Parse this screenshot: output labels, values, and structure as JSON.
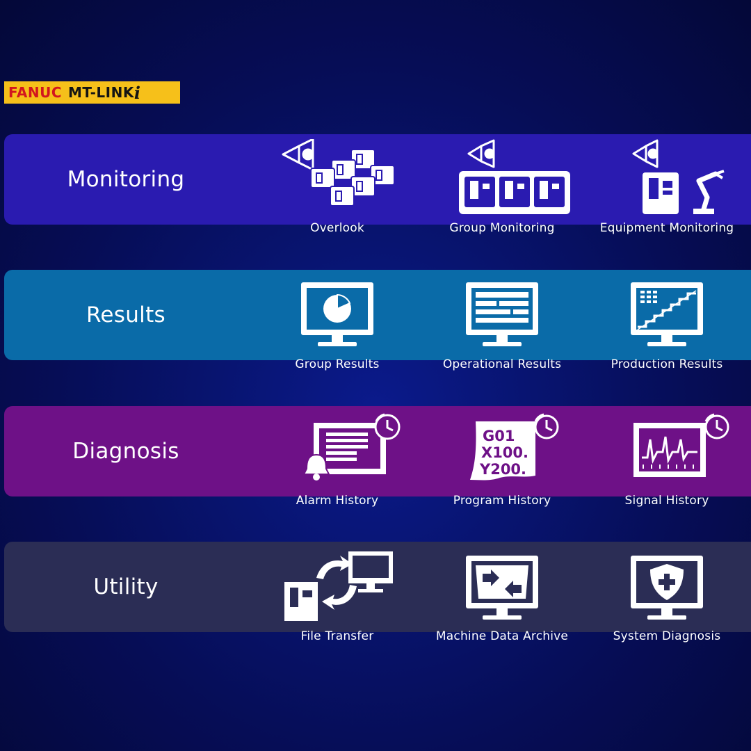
{
  "logo": {
    "brand": "FANUC",
    "product": "MT-LINK",
    "suffix": "i"
  },
  "sections": [
    {
      "title": "Monitoring",
      "color": "#2a1bb0",
      "items": [
        {
          "label": "Overlook",
          "icon": "multi-machine-eye-icon"
        },
        {
          "label": "Group Monitoring",
          "icon": "machine-group-eye-icon"
        },
        {
          "label": "Equipment Monitoring",
          "icon": "machine-robot-eye-icon"
        }
      ]
    },
    {
      "title": "Results",
      "color": "#0a6ba8",
      "items": [
        {
          "label": "Group Results",
          "icon": "monitor-pie-chart-icon"
        },
        {
          "label": "Operational Results",
          "icon": "monitor-table-icon"
        },
        {
          "label": "Production Results",
          "icon": "monitor-staircase-chart-icon"
        }
      ]
    },
    {
      "title": "Diagnosis",
      "color": "#6e1187",
      "items": [
        {
          "label": "Alarm History",
          "icon": "alarm-bell-clock-icon"
        },
        {
          "label": "Program History",
          "icon": "program-code-clock-icon",
          "code_lines": [
            "G01",
            "X100.",
            "Y200."
          ]
        },
        {
          "label": "Signal History",
          "icon": "signal-waveform-clock-icon"
        }
      ]
    },
    {
      "title": "Utility",
      "color": "#2b2d55",
      "items": [
        {
          "label": "File Transfer",
          "icon": "file-transfer-arrows-icon"
        },
        {
          "label": "Machine Data Archive",
          "icon": "monitor-archive-icon"
        },
        {
          "label": "System Diagnosis",
          "icon": "monitor-shield-icon"
        }
      ]
    }
  ]
}
